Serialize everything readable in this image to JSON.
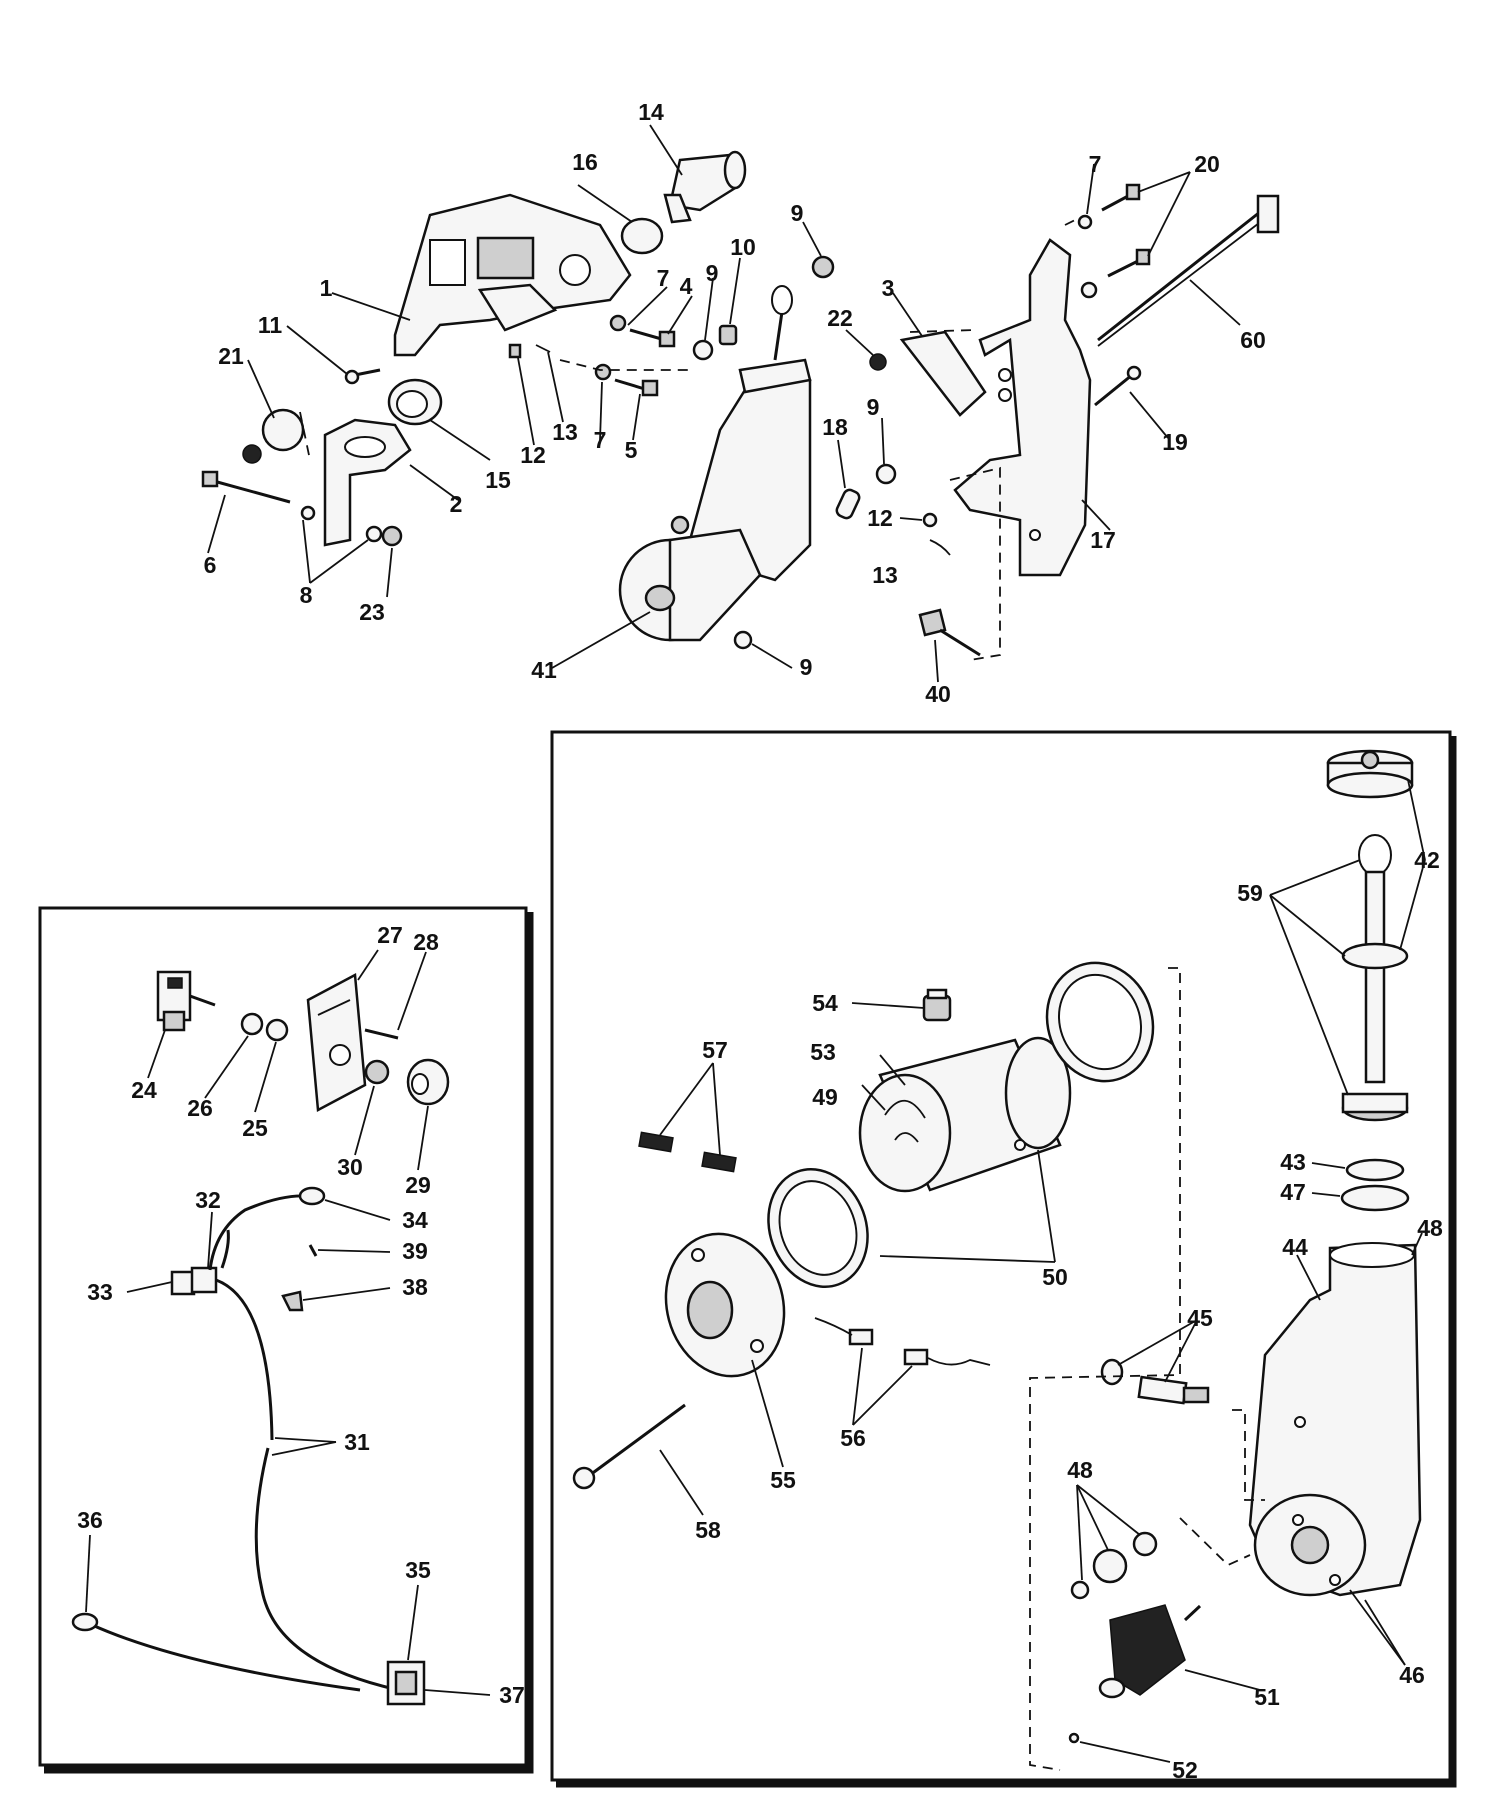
{
  "callouts": [
    {
      "id": "c1",
      "label": "1"
    },
    {
      "id": "c2",
      "label": "2"
    },
    {
      "id": "c3",
      "label": "3"
    },
    {
      "id": "c4",
      "label": "4"
    },
    {
      "id": "c5",
      "label": "5"
    },
    {
      "id": "c6",
      "label": "6"
    },
    {
      "id": "c7a",
      "label": "7"
    },
    {
      "id": "c7b",
      "label": "7"
    },
    {
      "id": "c7c",
      "label": "7"
    },
    {
      "id": "c8",
      "label": "8"
    },
    {
      "id": "c9a",
      "label": "9"
    },
    {
      "id": "c9b",
      "label": "9"
    },
    {
      "id": "c9c",
      "label": "9"
    },
    {
      "id": "c9d",
      "label": "9"
    },
    {
      "id": "c10",
      "label": "10"
    },
    {
      "id": "c11",
      "label": "11"
    },
    {
      "id": "c12a",
      "label": "12"
    },
    {
      "id": "c12b",
      "label": "12"
    },
    {
      "id": "c13a",
      "label": "13"
    },
    {
      "id": "c13b",
      "label": "13"
    },
    {
      "id": "c14",
      "label": "14"
    },
    {
      "id": "c15",
      "label": "15"
    },
    {
      "id": "c16",
      "label": "16"
    },
    {
      "id": "c17",
      "label": "17"
    },
    {
      "id": "c18",
      "label": "18"
    },
    {
      "id": "c19",
      "label": "19"
    },
    {
      "id": "c20",
      "label": "20"
    },
    {
      "id": "c21",
      "label": "21"
    },
    {
      "id": "c22",
      "label": "22"
    },
    {
      "id": "c23",
      "label": "23"
    },
    {
      "id": "c24",
      "label": "24"
    },
    {
      "id": "c25",
      "label": "25"
    },
    {
      "id": "c26",
      "label": "26"
    },
    {
      "id": "c27",
      "label": "27"
    },
    {
      "id": "c28",
      "label": "28"
    },
    {
      "id": "c29",
      "label": "29"
    },
    {
      "id": "c30",
      "label": "30"
    },
    {
      "id": "c31",
      "label": "31"
    },
    {
      "id": "c32",
      "label": "32"
    },
    {
      "id": "c33",
      "label": "33"
    },
    {
      "id": "c34",
      "label": "34"
    },
    {
      "id": "c35",
      "label": "35"
    },
    {
      "id": "c36",
      "label": "36"
    },
    {
      "id": "c37",
      "label": "37"
    },
    {
      "id": "c38",
      "label": "38"
    },
    {
      "id": "c39",
      "label": "39"
    },
    {
      "id": "c40",
      "label": "40"
    },
    {
      "id": "c41",
      "label": "41"
    },
    {
      "id": "c42",
      "label": "42"
    },
    {
      "id": "c43",
      "label": "43"
    },
    {
      "id": "c44",
      "label": "44"
    },
    {
      "id": "c45",
      "label": "45"
    },
    {
      "id": "c46",
      "label": "46"
    },
    {
      "id": "c47",
      "label": "47"
    },
    {
      "id": "c48a",
      "label": "48"
    },
    {
      "id": "c48b",
      "label": "48"
    },
    {
      "id": "c49",
      "label": "49"
    },
    {
      "id": "c50",
      "label": "50"
    },
    {
      "id": "c51",
      "label": "51"
    },
    {
      "id": "c52",
      "label": "52"
    },
    {
      "id": "c53",
      "label": "53"
    },
    {
      "id": "c54",
      "label": "54"
    },
    {
      "id": "c55",
      "label": "55"
    },
    {
      "id": "c56",
      "label": "56"
    },
    {
      "id": "c57",
      "label": "57"
    },
    {
      "id": "c58",
      "label": "58"
    },
    {
      "id": "c59",
      "label": "59"
    },
    {
      "id": "c60",
      "label": "60"
    }
  ]
}
